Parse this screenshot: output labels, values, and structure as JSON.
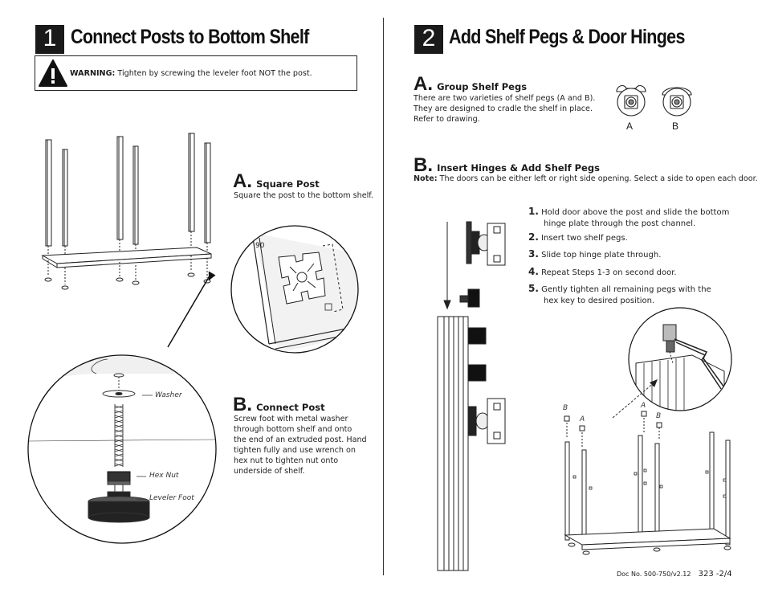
{
  "left": {
    "step_number": "1",
    "title": "Connect Posts to Bottom Shelf",
    "warning": {
      "label": "WARNING:",
      "text": "Tighten by screwing the leveler foot NOT the post."
    },
    "section_a": {
      "letter": "A.",
      "title": "Square Post",
      "text": "Square the post to the bottom shelf.",
      "angle_label": "90"
    },
    "section_b": {
      "letter": "B.",
      "title": "Connect Post",
      "lines": [
        "Screw foot with metal washer",
        "through bottom shelf and onto",
        "the end of an extruded post. Hand",
        "tighten fully and use wrench on",
        "hex nut to tighten nut onto",
        "underside of shelf."
      ]
    },
    "callouts": {
      "washer": "Washer",
      "hex_nut": "Hex Nut",
      "leveler_foot": "Leveler Foot"
    }
  },
  "right": {
    "step_number": "2",
    "title": "Add Shelf Pegs  & Door Hinges",
    "section_a": {
      "letter": "A.",
      "title": "Group Shelf Pegs",
      "lines": [
        "There are two varieties of shelf pegs (A and B).",
        "They are designed to cradle the shelf in place.",
        "Refer to drawing."
      ],
      "peg_labels": [
        "A",
        "B"
      ]
    },
    "section_b": {
      "letter": "B.",
      "title": "Insert Hinges & Add Shelf Pegs",
      "note_label": "Note:",
      "note_text": "The doors can be either left or right side opening. Select a side to open each door."
    },
    "steps": [
      {
        "num": "1.",
        "line1": "Hold door above the post and slide the bottom",
        "line2": "hinge plate through the post channel."
      },
      {
        "num": "2.",
        "line1": "Insert two shelf pegs.",
        "line2": ""
      },
      {
        "num": "3.",
        "line1": "Slide top hinge plate through.",
        "line2": ""
      },
      {
        "num": "4.",
        "line1": "Repeat Steps 1-3 on second door.",
        "line2": ""
      },
      {
        "num": "5.",
        "line1": "Gently tighten all remaining pegs with the",
        "line2": "hex key to desired position."
      }
    ],
    "diagram_labels": {
      "b1": "B",
      "a1": "A",
      "a2": "A",
      "b2": "B"
    }
  },
  "footer": {
    "doc_number": "Doc No. 500-750/v2.12",
    "page": "323 -2/4"
  }
}
